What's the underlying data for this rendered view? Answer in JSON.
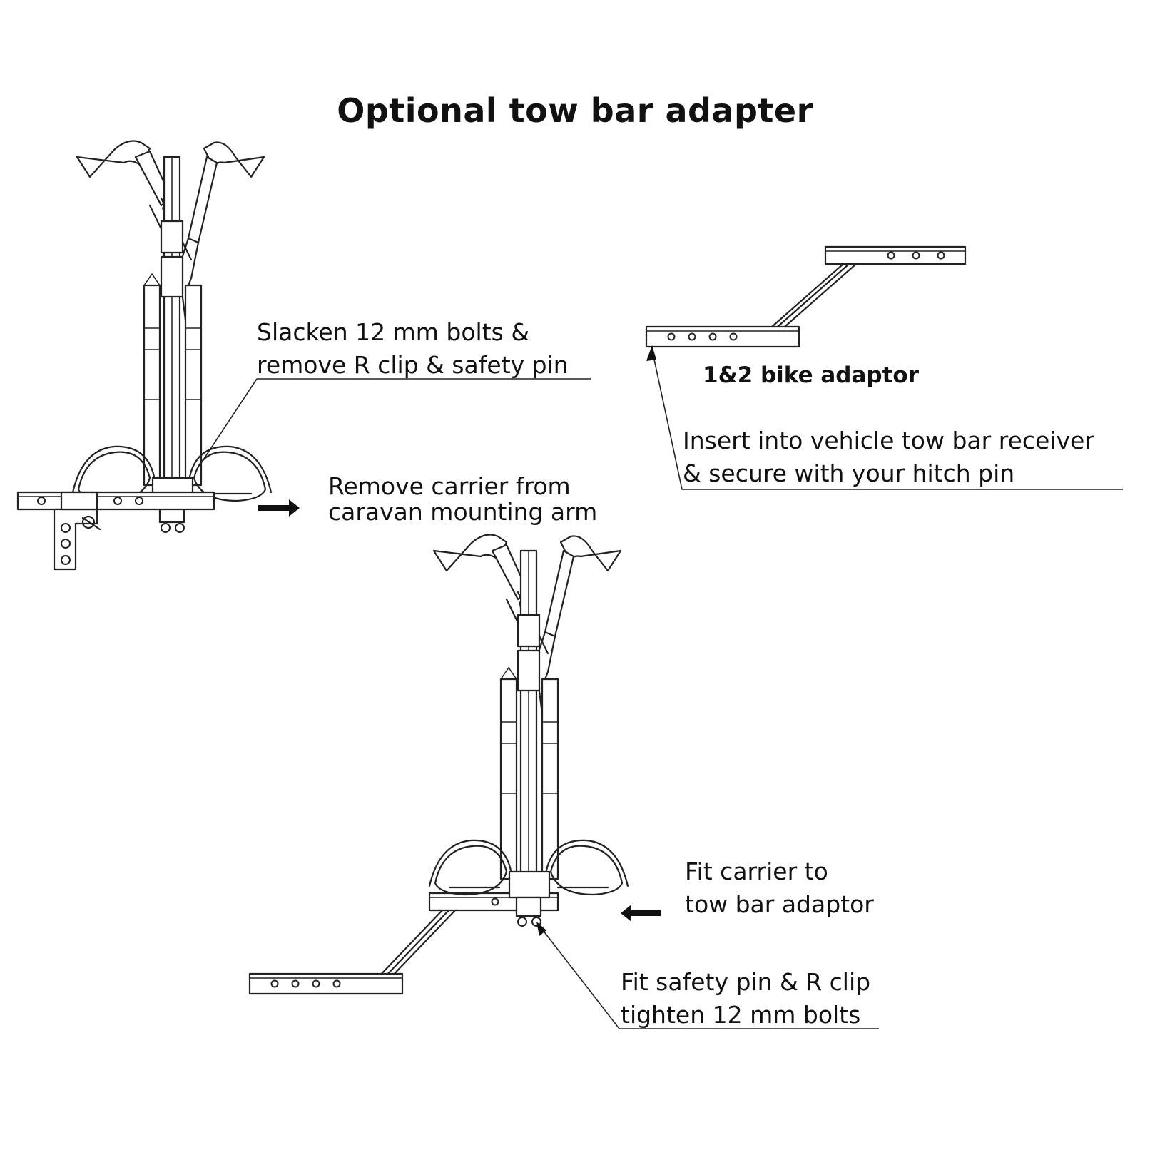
{
  "title": "Optional tow bar adapter",
  "notes": {
    "slacken": [
      "Slacken 12 mm bolts &",
      "remove R clip & safety pin"
    ],
    "remove": [
      "Remove carrier from",
      "caravan mounting arm"
    ],
    "adaptor_label": "1&2 bike adaptor",
    "insert": [
      "Insert into vehicle tow bar receiver",
      "& secure with your hitch pin"
    ],
    "fit_carrier": [
      "Fit carrier to",
      "tow bar adaptor"
    ],
    "fit_pin": [
      "Fit safety pin & R clip",
      "tighten 12 mm bolts"
    ]
  }
}
